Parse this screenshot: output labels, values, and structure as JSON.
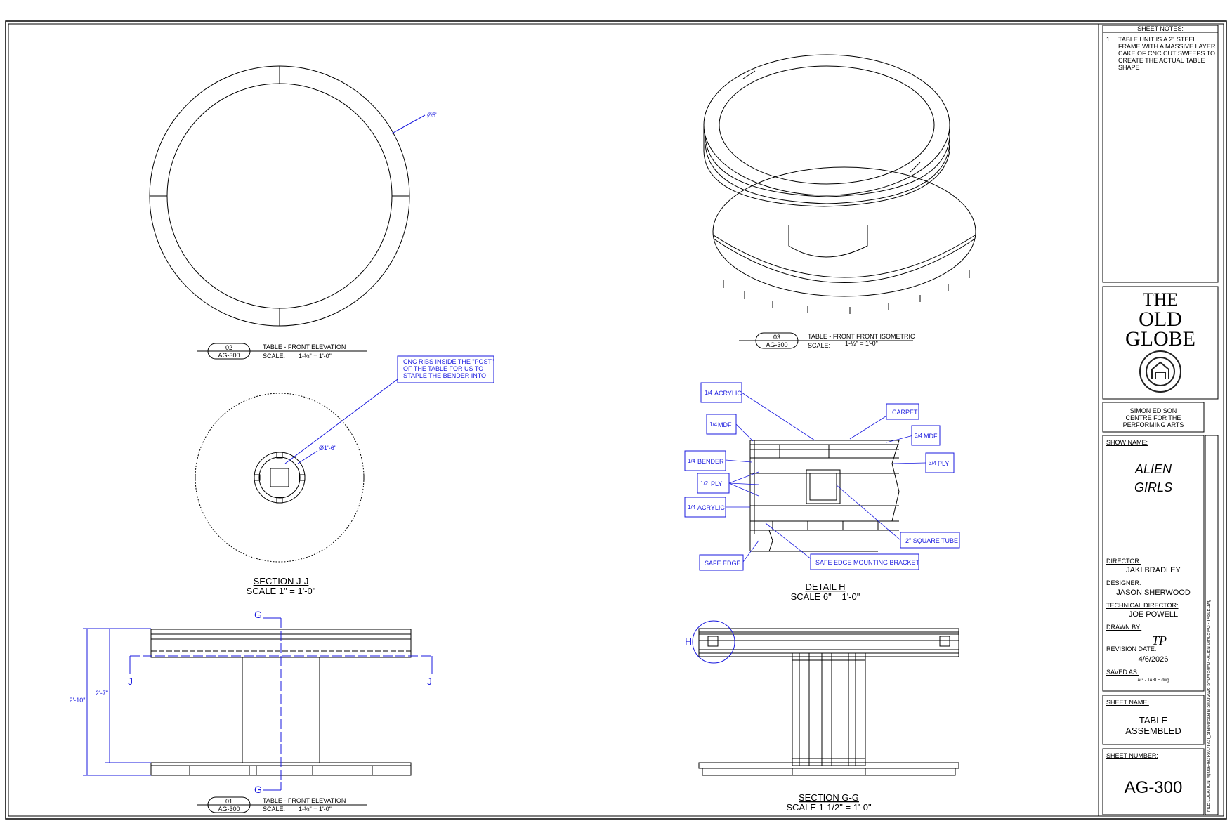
{
  "sheet_notes": {
    "title": "SHEET NOTES:",
    "num": "1.",
    "text": "TABLE UNIT IS A 2\" STEEL FRAME WITH A MASSIVE LAYER CAKE OF CNC CUT SWEEPS TO CREATE THE ACTUAL TABLE SHAPE"
  },
  "logo": {
    "line1": "THE",
    "line2": "OLD",
    "line3": "GLOBE"
  },
  "venue": {
    "line1": "SIMON EDISON",
    "line2": "CENTRE FOR THE",
    "line3": "PERFORMING ARTS"
  },
  "show": {
    "label": "SHOW NAME:",
    "line1": "ALIEN",
    "line2": "GIRLS"
  },
  "credits": {
    "director_label": "DIRECTOR:",
    "director": "JAKI BRADLEY",
    "designer_label": "DESIGNER:",
    "designer": "JASON SHERWOOD",
    "td_label": "TECHNICAL DIRECTOR:",
    "td": "JOE POWELL",
    "drawn_label": "DRAWN BY:",
    "drawn": "TP",
    "rev_label": "REVISION DATE:",
    "rev": "4/6/2026",
    "saved_label": "SAVED AS:",
    "saved": "AG - TABLE.dwg"
  },
  "sheet_name": {
    "label": "SHEET NAME:",
    "line1": "TABLE",
    "line2": "ASSEMBLED"
  },
  "sheet_number": {
    "label": "SHEET NUMBER:",
    "value": "AG-300"
  },
  "file_location": "FILE LOCATION: \\\\globe-tech-s01\\Tech_Shared\\Scene Shop\\2026 SHOWS\\WD - ALIEN GIRLS\\AG - TABLE.dwg",
  "views": {
    "v02": {
      "num": "02",
      "sheet": "AG-300",
      "title": "TABLE - FRONT ELEVATION",
      "scale_label": "SCALE:",
      "scale": "1-½\" = 1'-0\"",
      "dim": "Ø5'"
    },
    "v03": {
      "num": "03",
      "sheet": "AG-300",
      "title": "TABLE - FRONT FRONT ISOMETRIC",
      "scale_label": "SCALE:",
      "scale": "1-½\" = 1'-0\""
    },
    "v01": {
      "num": "01",
      "sheet": "AG-300",
      "title": "TABLE - FRONT ELEVATION",
      "scale_label": "SCALE:",
      "scale": "1-½\" = 1'-0\""
    },
    "secJ": {
      "title": "SECTION J-J",
      "scale": "SCALE 1\" = 1'-0\"",
      "dim": "Ø1'-6\"",
      "callout1": "CNC RIBS INSIDE THE \"POST\"",
      "callout2": "OF THE TABLE FOR US TO",
      "callout3": "STAPLE THE BENDER INTO"
    },
    "detH": {
      "title": "DETAIL H",
      "scale": "SCALE 6\" = 1'-0\""
    },
    "secG": {
      "title": "SECTION G-G",
      "scale": "SCALE 1-1/2\" = 1'-0\""
    }
  },
  "detail_callouts": {
    "acrylic_top": "ACRYLIC",
    "mdf_left": "MDF",
    "bender": "BENDER",
    "ply_left": "PLY",
    "acrylic_left": "ACRYLIC",
    "safe_edge": "SAFE EDGE",
    "carpet": "CARPET",
    "mdf_right": "MDF",
    "ply_right": "PLY",
    "square_tube": "2\" SQUARE TUBE",
    "mounting": "SAFE EDGE MOUNTING BRACKET",
    "f_quarter": "1/4",
    "f_half": "1/2",
    "f_threeq": "3/4"
  },
  "elevation": {
    "dim1": "2'-10\"",
    "dim2": "2'-7\"",
    "sec_g": "G",
    "sec_j": "J",
    "detail_h": "H"
  },
  "colors": {
    "callout": "#1a1adf",
    "ink": "#000000"
  }
}
